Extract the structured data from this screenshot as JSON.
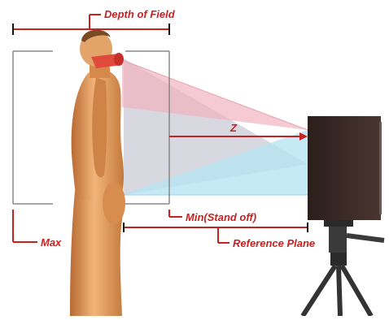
{
  "labels": {
    "depth_of_field": "Depth of Field",
    "z": "Z",
    "max": "Max",
    "min_stand_off": "Min(Stand off)",
    "reference_plane": "Reference Plane"
  },
  "colors": {
    "accent_red": "#c62222",
    "skin": "#e7a56a",
    "camera_body": "#3a2a26",
    "fov_red": "#f2b3bf",
    "fov_blue": "#b7e4f2",
    "fov_gray": "#c9cbd6"
  }
}
